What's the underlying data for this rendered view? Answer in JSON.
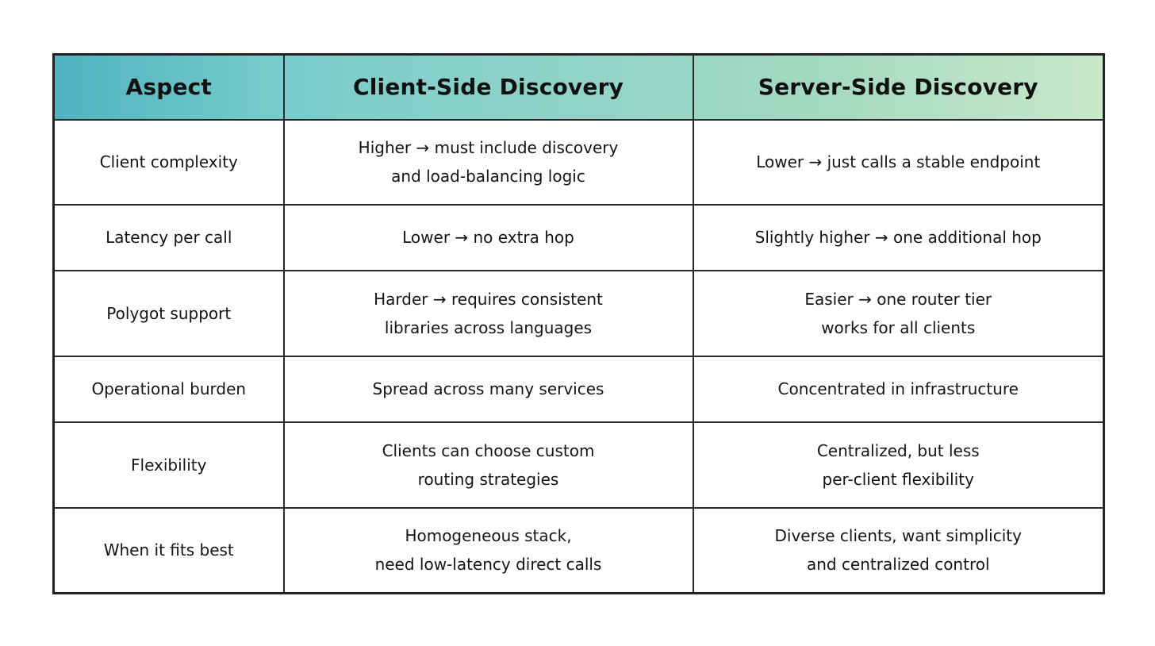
{
  "table": {
    "headers": [
      "Aspect",
      "Client-Side Discovery",
      "Server-Side Discovery"
    ],
    "rows": [
      {
        "aspect": "Client complexity",
        "client": [
          "Higher → must include discovery",
          "and load-balancing logic"
        ],
        "server": [
          "Lower → just calls a stable endpoint"
        ]
      },
      {
        "aspect": "Latency per call",
        "client": [
          "Lower → no extra hop"
        ],
        "server": [
          "Slightly higher → one additional hop"
        ]
      },
      {
        "aspect": "Polygot support",
        "client": [
          "Harder → requires consistent",
          "libraries across languages"
        ],
        "server": [
          "Easier → one router tier",
          "works for all clients"
        ]
      },
      {
        "aspect": "Operational burden",
        "client": [
          "Spread across many services"
        ],
        "server": [
          "Concentrated in infrastructure"
        ]
      },
      {
        "aspect": "Flexibility",
        "client": [
          "Clients can choose custom",
          "routing strategies"
        ],
        "server": [
          "Centralized, but less",
          "per-client flexibility"
        ]
      },
      {
        "aspect": "When it fits best",
        "client": [
          "Homogeneous stack,",
          "need low-latency direct calls"
        ],
        "server": [
          "Diverse clients, want simplicity",
          "and centralized control"
        ]
      }
    ]
  },
  "colors": {
    "header_gradient_start": "#4fb3c0",
    "header_gradient_end": "#c9e8c9",
    "border": "#222222",
    "text": "#111111"
  }
}
